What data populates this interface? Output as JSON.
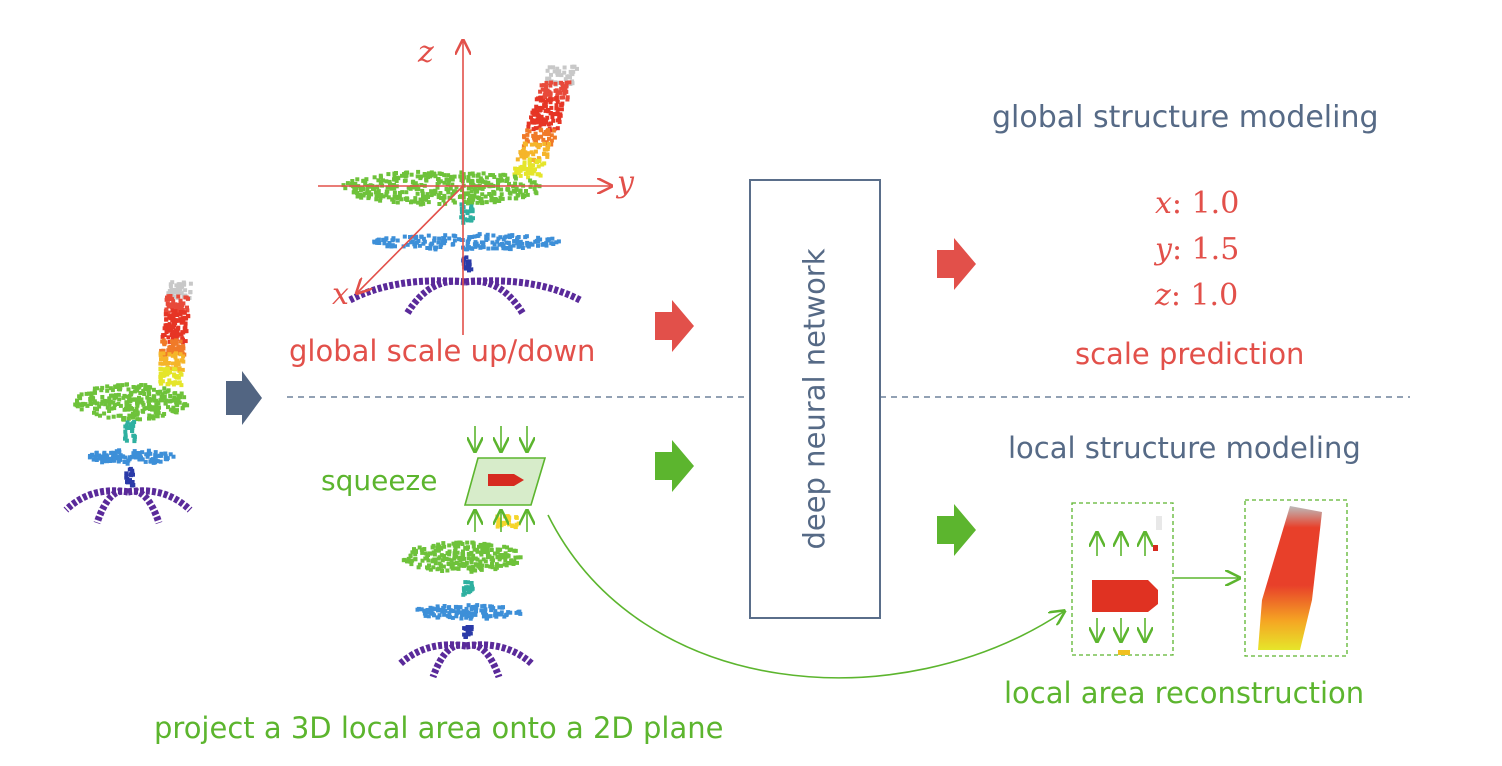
{
  "colors": {
    "red": "#e2504a",
    "green": "#5cb52e",
    "slate": "#566a86",
    "dark_arrow": "#526582",
    "box_border": "#5a6e8a"
  },
  "axes": {
    "z": "z",
    "y": "y",
    "x": "x"
  },
  "top": {
    "title": "global scale up/down",
    "network": "deep neural network",
    "section": "global structure modeling",
    "predictions": [
      {
        "var": "x",
        "value": ": 1.0"
      },
      {
        "var": "y",
        "value": ": 1.5"
      },
      {
        "var": "z",
        "value": ": 1.0"
      }
    ],
    "result_label": "scale prediction"
  },
  "bottom": {
    "squeeze": "squeeze",
    "caption": "project a 3D local area onto a 2D plane",
    "section": "local structure modeling",
    "result_label": "local area reconstruction"
  },
  "icons": [
    "chair-point-cloud-icon",
    "arrow-right-icon",
    "axes-icon"
  ]
}
